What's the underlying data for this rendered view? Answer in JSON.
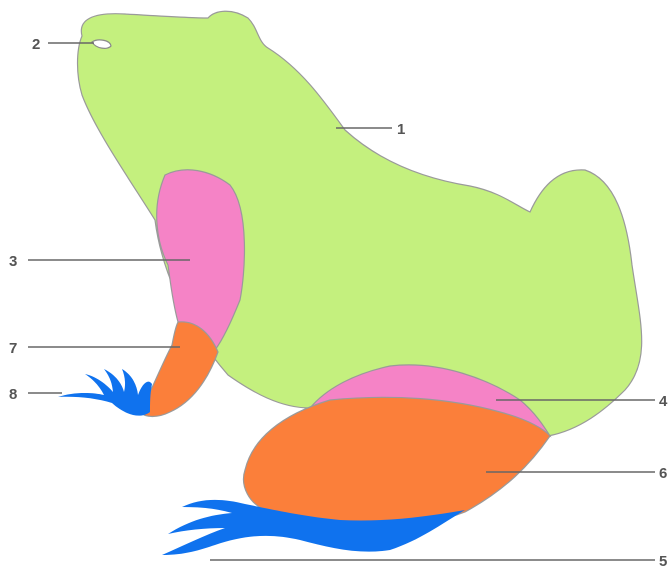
{
  "diagram": {
    "colors": {
      "body": "#c4f07e",
      "upper_limb": "#f583c6",
      "lower_limb": "#fb7f3a",
      "digits": "#0f72ee",
      "label_text": "#555555",
      "leader_line": "#666666"
    },
    "labels": {
      "l1": "1",
      "l2": "2",
      "l3": "3",
      "l4": "4",
      "l5": "5",
      "l6": "6",
      "l7": "7",
      "l8": "8"
    }
  }
}
